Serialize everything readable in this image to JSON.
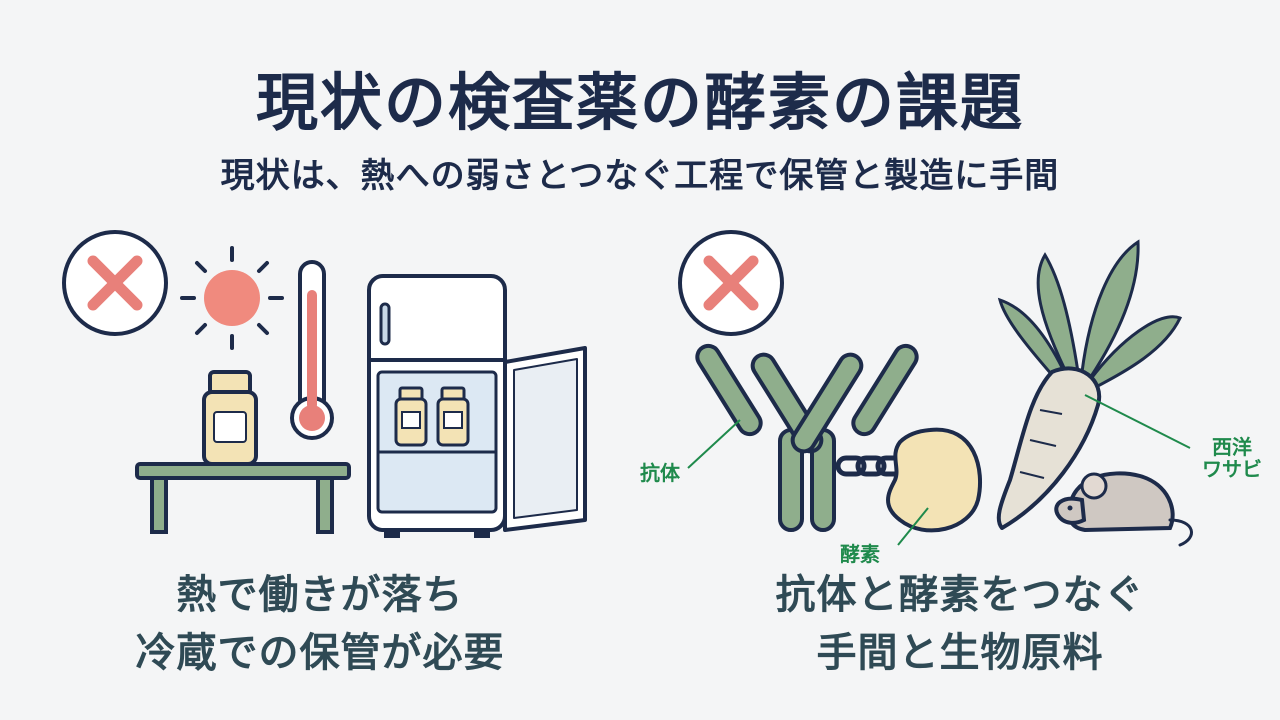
{
  "header": {
    "title": "現状の検査薬の酵素の課題",
    "subtitle": "現状は、熱への弱さとつなぐ工程で保管と製造に手間"
  },
  "left_panel": {
    "caption_line1": "熱で働きが落ち",
    "caption_line2": "冷蔵での保管が必要"
  },
  "right_panel": {
    "label_antibody": "抗体",
    "label_enzyme": "酵素",
    "label_horseradish_line1": "西洋",
    "label_horseradish_line2": "ワサビ",
    "caption_line1": "抗体と酵素をつなぐ",
    "caption_line2": "手間と生物原料"
  },
  "colors": {
    "navy": "#1d2b4a",
    "cross_red": "#e8807a",
    "label_green": "#1f8a4c",
    "antibody_green": "#8fae8c",
    "enzyme_cream": "#f3e3b5"
  }
}
